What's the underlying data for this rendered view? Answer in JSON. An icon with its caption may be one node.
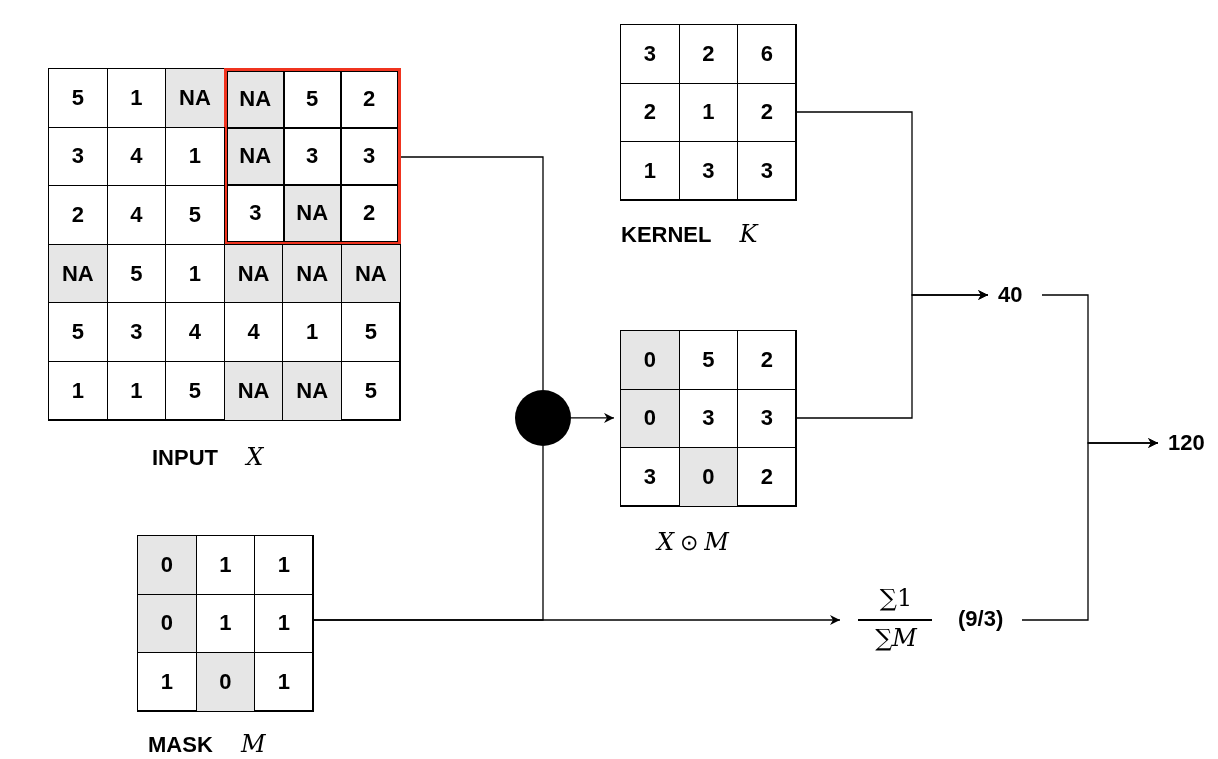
{
  "diagram": {
    "nodes": [
      {
        "text": [],
        "shape": "box",
        "beside": [
          "**INPUT** *X*"
        ]
      },
      {
        "text": [
          "5"
        ],
        "in": 0
      },
      {
        "text": [
          "1"
        ],
        "in": 0
      },
      {
        "text": [
          "NA"
        ],
        "in": 0
      },
      {
        "text": [],
        "shape": "box",
        "in": 0
      },
      {
        "text": [
          "NA"
        ],
        "in": 4
      },
      {
        "text": [
          "5"
        ],
        "in": 4
      },
      {
        "text": [
          "2"
        ],
        "in": 4
      },
      {
        "text": [
          "3"
        ],
        "in": 0
      },
      {
        "text": [
          "4"
        ],
        "in": 0
      },
      {
        "text": [
          "1"
        ],
        "in": 0
      },
      {
        "text": [
          "NA"
        ],
        "in": 4
      },
      {
        "text": [
          "3"
        ],
        "in": 4
      },
      {
        "text": [
          "3"
        ],
        "in": 4
      },
      {
        "text": [
          "2"
        ],
        "in": 0
      },
      {
        "text": [
          "4"
        ],
        "in": 0
      },
      {
        "text": [
          "5"
        ],
        "in": 0
      },
      {
        "text": [
          "3"
        ],
        "in": 4
      },
      {
        "text": [
          "NA"
        ],
        "in": 4
      },
      {
        "text": [
          "2"
        ],
        "in": 4
      },
      {
        "text": [
          "NA"
        ],
        "in": 0
      },
      {
        "text": [
          "5"
        ],
        "in": 0
      },
      {
        "text": [
          "1"
        ],
        "in": 0
      },
      {
        "text": [
          "NA"
        ],
        "in": 0
      },
      {
        "text": [
          "NA"
        ],
        "in": 0
      },
      {
        "text": [
          "NA"
        ],
        "in": 0
      },
      {
        "text": [
          "5"
        ],
        "in": 0
      },
      {
        "text": [
          "3"
        ],
        "in": 0
      },
      {
        "text": [
          "4"
        ],
        "in": 0
      },
      {
        "text": [
          "4"
        ],
        "in": 0
      },
      {
        "text": [
          "1"
        ],
        "in": 0
      },
      {
        "text": [
          "5"
        ],
        "in": 0
      },
      {
        "text": [
          "1"
        ],
        "in": 0
      },
      {
        "text": [
          "1"
        ],
        "in": 0
      },
      {
        "text": [
          "5"
        ],
        "in": 0
      },
      {
        "text": [
          "NA"
        ],
        "in": 0
      },
      {
        "text": [
          "NA"
        ],
        "in": 0
      },
      {
        "text": [
          "5"
        ],
        "in": 0
      },
      {
        "text": [],
        "shape": "box",
        "beside": [
          "**KERNEL** *K*"
        ]
      },
      {
        "text": [
          "3"
        ],
        "in": 38
      },
      {
        "text": [
          "2"
        ],
        "in": 38
      },
      {
        "text": [
          "6"
        ],
        "in": 38
      },
      {
        "text": [
          "2"
        ],
        "in": 38
      },
      {
        "text": [
          "1"
        ],
        "in": 38
      },
      {
        "text": [
          "2"
        ],
        "in": 38
      },
      {
        "text": [
          "1"
        ],
        "in": 38
      },
      {
        "text": [
          "3"
        ],
        "in": 38
      },
      {
        "text": [
          "3"
        ],
        "in": 38
      },
      {
        "text": [
          "40"
        ]
      },
      {
        "text": [],
        "shape": "circle"
      },
      {
        "text": [],
        "shape": "box",
        "beside": [
          "*X* ⊙ *M*"
        ]
      },
      {
        "text": [
          "0"
        ],
        "in": 50
      },
      {
        "text": [
          "5"
        ],
        "in": 50
      },
      {
        "text": [
          "2"
        ],
        "in": 50
      },
      {
        "text": [
          "0"
        ],
        "in": 50
      },
      {
        "text": [
          "3"
        ],
        "in": 50
      },
      {
        "text": [
          "3"
        ],
        "in": 50
      },
      {
        "text": [
          "3"
        ],
        "in": 50
      },
      {
        "text": [
          "0"
        ],
        "in": 50
      },
      {
        "text": [
          "2"
        ],
        "in": 50
      },
      {
        "text": [
          "120"
        ]
      },
      {
        "text": [],
        "shape": "box",
        "beside": [
          "**MASK** *M*"
        ]
      },
      {
        "text": [
          "0"
        ],
        "in": 61
      },
      {
        "text": [
          "1"
        ],
        "in": 61
      },
      {
        "text": [
          "1"
        ],
        "in": 61
      },
      {
        "text": [
          "0"
        ],
        "in": 61
      },
      {
        "text": [
          "1"
        ],
        "in": 61
      },
      {
        "text": [
          "1"
        ],
        "in": 61
      },
      {
        "text": [
          "1"
        ],
        "in": 61
      },
      {
        "text": [
          "0"
        ],
        "in": 61
      },
      {
        "text": [
          "1"
        ],
        "in": 61
      },
      {
        "text": [
          "∑1",
          "∑*M*",
          "(9/3)"
        ]
      }
    ],
    "edges": [
      {
        "from": 4,
        "to": 49,
        "arrow": "none"
      },
      {
        "from": 61,
        "to": 49,
        "arrow": "none"
      },
      {
        "from": 61,
        "to": 71,
        "arrow": "to"
      },
      {
        "from": 49,
        "to": 50,
        "arrow": "to"
      },
      {
        "from": 38,
        "to": 48,
        "arrow": "to"
      },
      {
        "from": 50,
        "to": 48,
        "arrow": "to"
      },
      {
        "from": 48,
        "to": 60,
        "arrow": "to"
      },
      {
        "from": 71,
        "to": 60,
        "arrow": "to"
      }
    ]
  }
}
